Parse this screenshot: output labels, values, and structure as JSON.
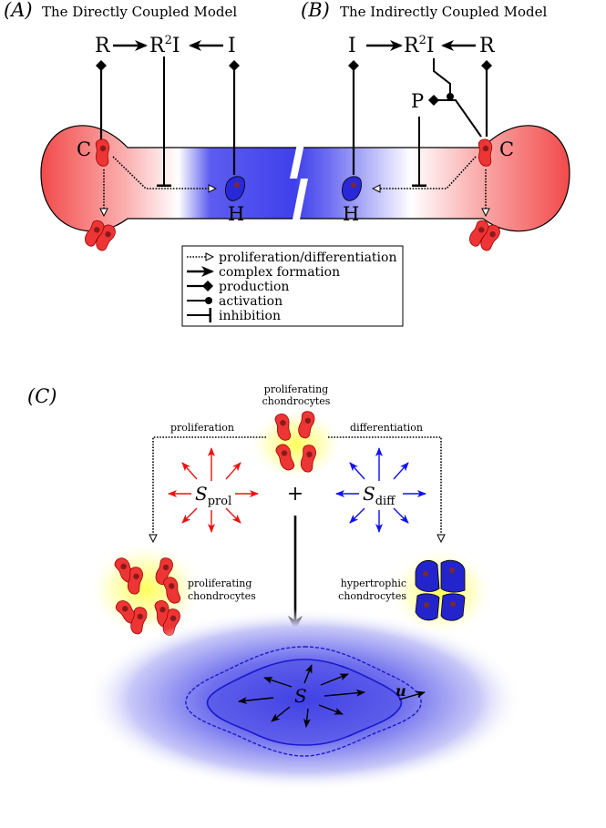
{
  "panel_a": {
    "tag": "(A)",
    "title": "The Directly Coupled Model",
    "R": "R",
    "R2I_base": "R",
    "R2I_sup": "2",
    "R2I_tail": "I",
    "I": "I",
    "C": "C",
    "H": "H"
  },
  "panel_b": {
    "tag": "(B)",
    "title": "The Indirectly Coupled Model",
    "I": "I",
    "R2I_base": "R",
    "R2I_sup": "2",
    "R2I_tail": "I",
    "R": "R",
    "P": "P",
    "C": "C",
    "H": "H"
  },
  "legend": {
    "proliferation": "proliferation/differentiation",
    "complex": "complex formation",
    "production": "production",
    "activation": "activation",
    "inhibition": "inhibition"
  },
  "panel_c": {
    "tag": "(C)",
    "top_cells_line1": "proliferating",
    "top_cells_line2": "chondrocytes",
    "proliferation": "proliferation",
    "differentiation": "differentiation",
    "s_prol_main": "S",
    "s_prol_sub": "prol",
    "s_diff_main": "S",
    "s_diff_sub": "diff",
    "plus": "+",
    "left_cells_line1": "proliferating",
    "left_cells_line2": "chondrocytes",
    "right_cells_line1": "hypertrophic",
    "right_cells_line2": "chondrocytes",
    "s_main": "S",
    "u": "u"
  },
  "colors": {
    "red": "#ee3535",
    "blue": "#2020d0",
    "arrow_red": "#ee1111",
    "arrow_blue": "#1111ee",
    "glow": "#ffff60"
  }
}
